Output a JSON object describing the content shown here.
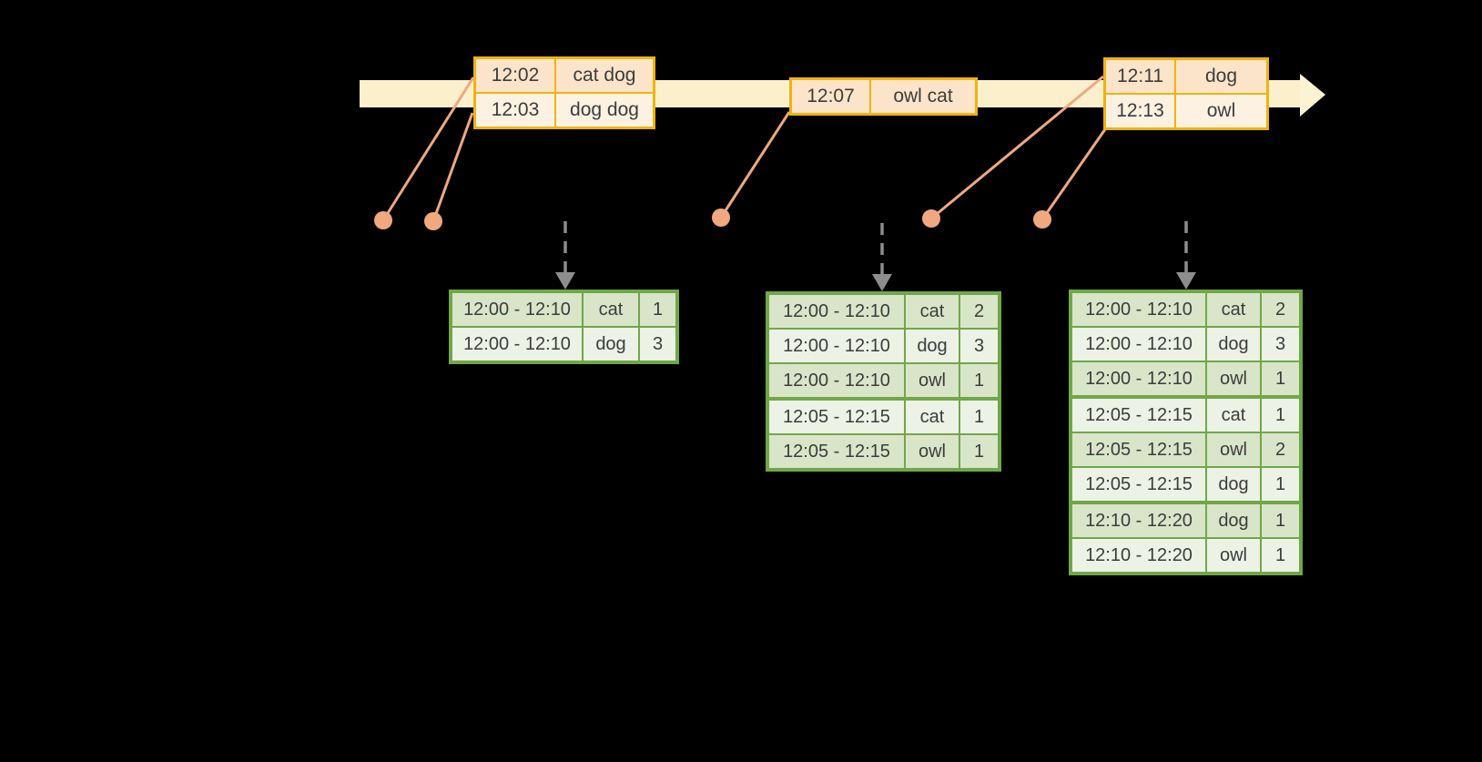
{
  "diagram": {
    "title": "windowed-streaming-aggregation-timeline",
    "colors": {
      "background": "#000000",
      "timeline_fill": "#fbf0cb",
      "event_table_border": "#efb310",
      "event_row_dark": "#fbe4c9",
      "event_row_light": "#fdf2e2",
      "result_table_border": "#6fa846",
      "result_row_dark": "#d9e5c9",
      "result_row_light": "#edf2e6",
      "connector": "#f0a87f",
      "trigger_arrow": "#8d8d8d",
      "text": "#3c3c3c"
    },
    "icons": {
      "timeline_arrow": "right-arrow",
      "trigger_arrow": "dashed-down-arrow",
      "event_dot": "filled-circle"
    },
    "event_tables": [
      {
        "rows": [
          {
            "time": "12:02",
            "words": "cat dog"
          },
          {
            "time": "12:03",
            "words": "dog dog"
          }
        ]
      },
      {
        "rows": [
          {
            "time": "12:07",
            "words": "owl cat"
          }
        ]
      },
      {
        "rows": [
          {
            "time": "12:11",
            "words": "dog"
          },
          {
            "time": "12:13",
            "words": "owl"
          }
        ]
      }
    ],
    "result_tables": [
      {
        "rows": [
          {
            "window": "12:00 - 12:10",
            "word": "cat",
            "count": "1"
          },
          {
            "window": "12:00 - 12:10",
            "word": "dog",
            "count": "3"
          }
        ]
      },
      {
        "rows": [
          {
            "window": "12:00 - 12:10",
            "word": "cat",
            "count": "2"
          },
          {
            "window": "12:00 - 12:10",
            "word": "dog",
            "count": "3"
          },
          {
            "window": "12:00 - 12:10",
            "word": "owl",
            "count": "1"
          },
          {
            "window": "12:05 - 12:15",
            "word": "cat",
            "count": "1"
          },
          {
            "window": "12:05 - 12:15",
            "word": "owl",
            "count": "1"
          }
        ]
      },
      {
        "rows": [
          {
            "window": "12:00 - 12:10",
            "word": "cat",
            "count": "2"
          },
          {
            "window": "12:00 - 12:10",
            "word": "dog",
            "count": "3"
          },
          {
            "window": "12:00 - 12:10",
            "word": "owl",
            "count": "1"
          },
          {
            "window": "12:05 - 12:15",
            "word": "cat",
            "count": "1"
          },
          {
            "window": "12:05 - 12:15",
            "word": "owl",
            "count": "2"
          },
          {
            "window": "12:05 - 12:15",
            "word": "dog",
            "count": "1"
          },
          {
            "window": "12:10 - 12:20",
            "word": "dog",
            "count": "1"
          },
          {
            "window": "12:10 - 12:20",
            "word": "owl",
            "count": "1"
          }
        ]
      }
    ]
  }
}
